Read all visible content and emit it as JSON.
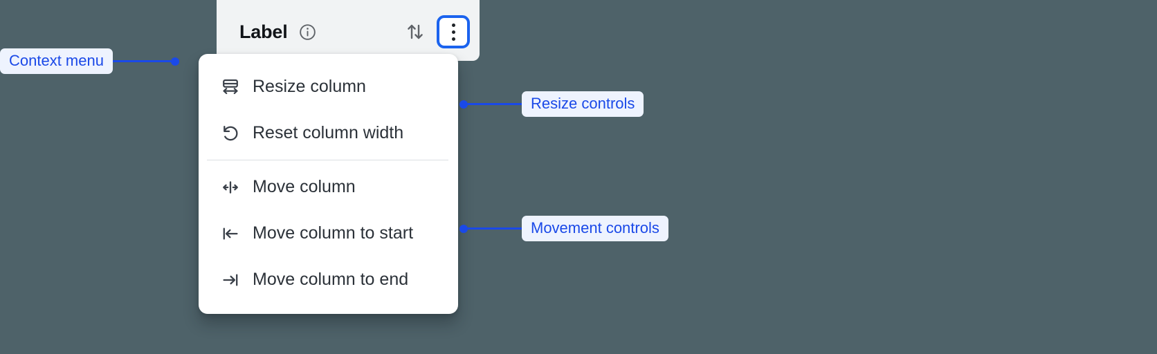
{
  "background_color": "#4e6269",
  "accent_color": "#1a49e8",
  "header": {
    "label": "Label",
    "info_icon": "info-circle-icon",
    "sort_icon": "sort-arrows-icon",
    "kebab_icon": "more-vertical-icon",
    "card_background": "#f1f3f4",
    "focus_ring_color": "#1b63ee"
  },
  "menu": {
    "background": "#ffffff",
    "groups": [
      {
        "name": "resize-group",
        "items": [
          {
            "icon": "resize-column-icon",
            "label": "Resize column"
          },
          {
            "icon": "reset-width-icon",
            "label": "Reset column width"
          }
        ]
      },
      {
        "name": "movement-group",
        "items": [
          {
            "icon": "move-column-icon",
            "label": "Move column"
          },
          {
            "icon": "move-to-start-icon",
            "label": "Move column to start"
          },
          {
            "icon": "move-to-end-icon",
            "label": "Move column to end"
          }
        ]
      }
    ]
  },
  "annotations": [
    {
      "id": "context-menu",
      "label": "Context menu"
    },
    {
      "id": "resize",
      "label": "Resize controls"
    },
    {
      "id": "movement",
      "label": "Movement controls"
    }
  ]
}
